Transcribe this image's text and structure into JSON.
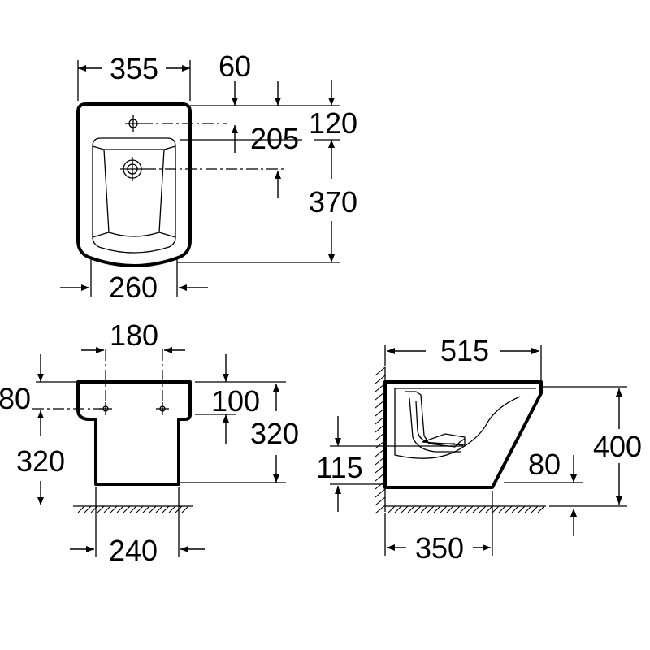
{
  "drawing": {
    "top_view": {
      "width": "355",
      "tap_hole_from_wall": "60",
      "outlet_from_wall": "205",
      "tap_hole_offset": "120",
      "depth": "370",
      "back_width": "260"
    },
    "front_view": {
      "fixing_spacing": "180",
      "fixing_height_left": "80",
      "fixing_height_right": "100",
      "height_left": "320",
      "height_right": "320",
      "base_width": "240"
    },
    "side_view": {
      "length": "515",
      "height": "400",
      "waste_height": "115",
      "waste_offset": "80",
      "base_depth": "350"
    }
  }
}
